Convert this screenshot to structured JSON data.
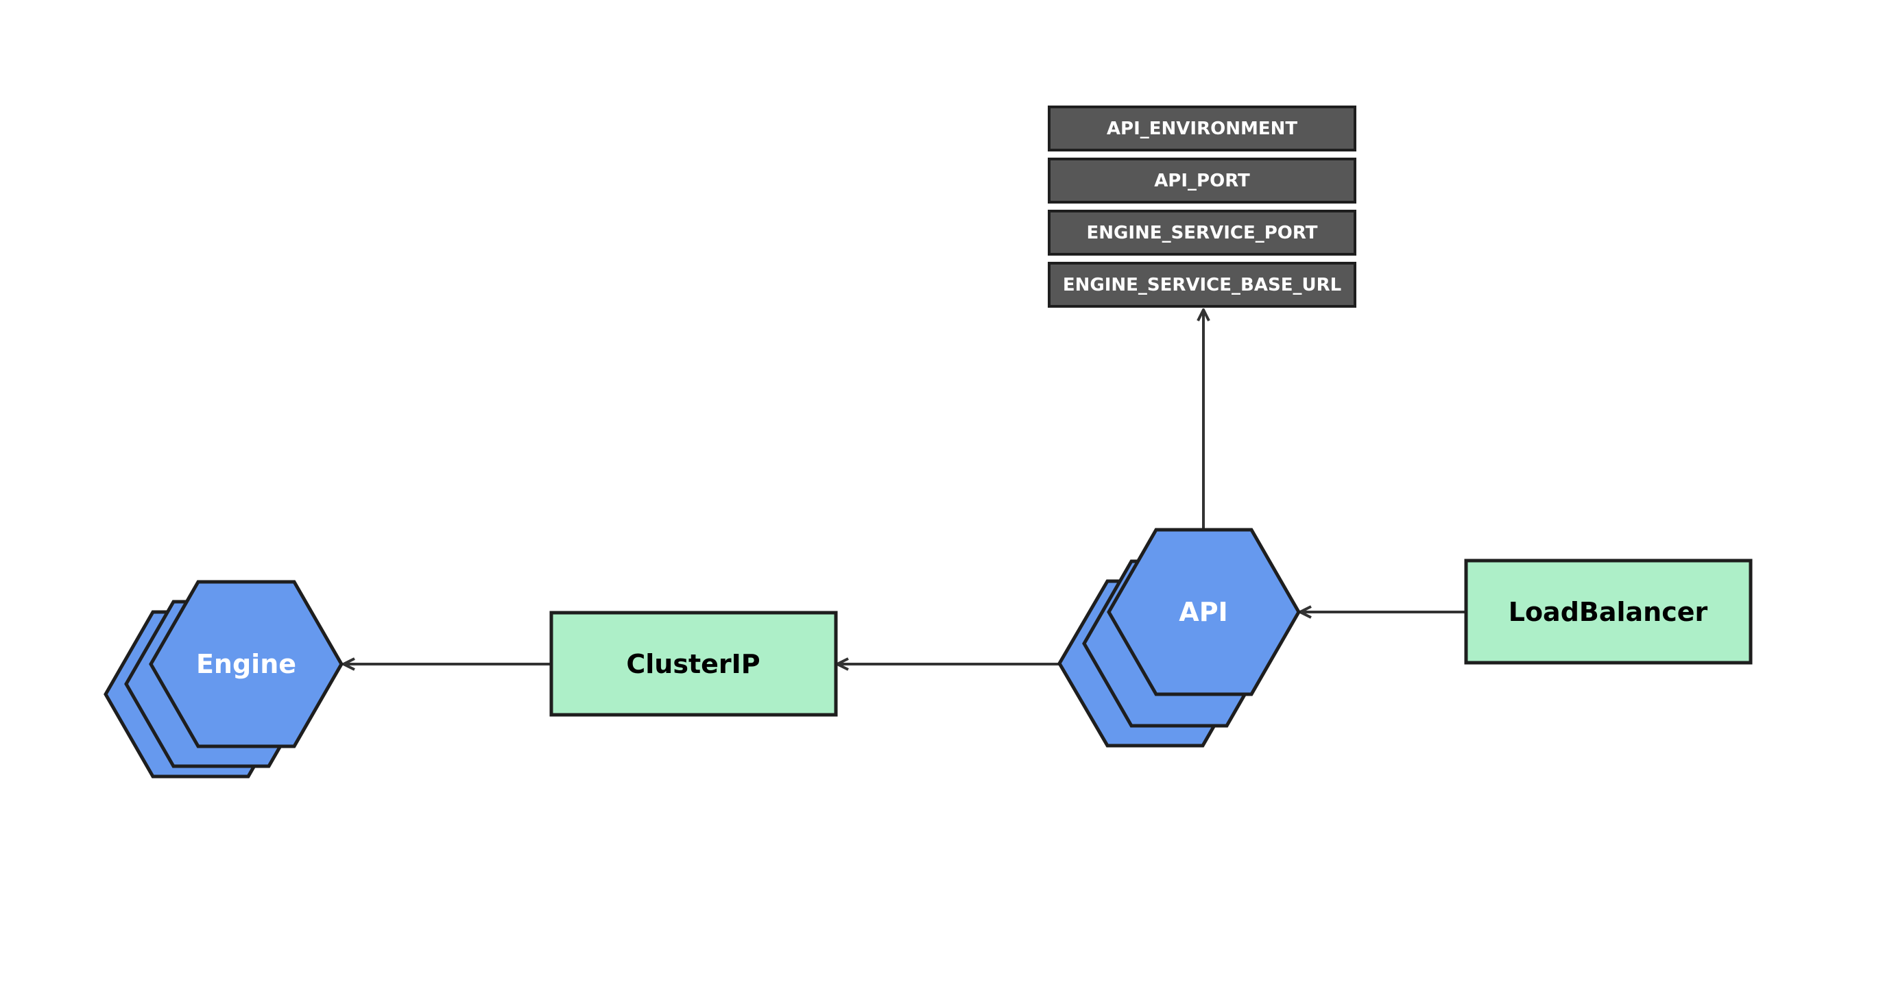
{
  "nodes": {
    "engine": {
      "label": "Engine"
    },
    "cluster_ip": {
      "label": "ClusterIP"
    },
    "api": {
      "label": "API"
    },
    "load_balancer": {
      "label": "LoadBalancer"
    }
  },
  "env_vars": [
    "API_ENVIRONMENT",
    "API_PORT",
    "ENGINE_SERVICE_PORT",
    "ENGINE_SERVICE_BASE_URL"
  ],
  "colors": {
    "hexagon_fill": "#6699EE",
    "service_fill": "#ADEFC8",
    "env_fill": "#575757",
    "stroke": "#1E1E1E",
    "edge": "#333333"
  },
  "edges": [
    {
      "from": "load_balancer",
      "to": "api"
    },
    {
      "from": "api",
      "to": "cluster_ip"
    },
    {
      "from": "cluster_ip",
      "to": "engine"
    },
    {
      "from": "api",
      "to": "env_vars"
    }
  ]
}
